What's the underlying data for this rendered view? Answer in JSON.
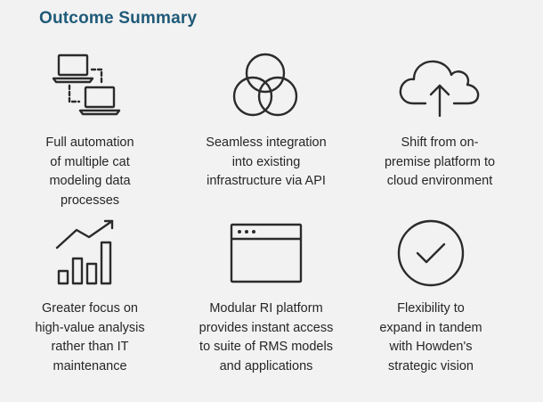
{
  "title": "Outcome Summary",
  "colors": {
    "title": "#1f5a78",
    "icon_stroke": "#2b2b2b",
    "background": "#f2f2f2"
  },
  "items": [
    {
      "icon": "two-laptops-icon",
      "lines": [
        "Full automation",
        "of multiple cat",
        "modeling data",
        "processes"
      ]
    },
    {
      "icon": "three-circles-venn-icon",
      "lines": [
        "Seamless integration",
        "into existing",
        "infrastructure via API"
      ]
    },
    {
      "icon": "cloud-upload-icon",
      "lines": [
        "Shift from on-",
        "premise platform to",
        "cloud environment"
      ]
    },
    {
      "icon": "growth-bar-chart-icon",
      "lines": [
        "Greater focus on",
        "high-value analysis",
        "rather than IT",
        "maintenance"
      ]
    },
    {
      "icon": "browser-window-icon",
      "lines": [
        "Modular RI platform",
        "provides instant access",
        "to suite of RMS models",
        "and applications"
      ]
    },
    {
      "icon": "checkmark-circle-icon",
      "lines": [
        "Flexibility to",
        "expand in tandem",
        "with Howden's",
        "strategic vision"
      ]
    }
  ]
}
